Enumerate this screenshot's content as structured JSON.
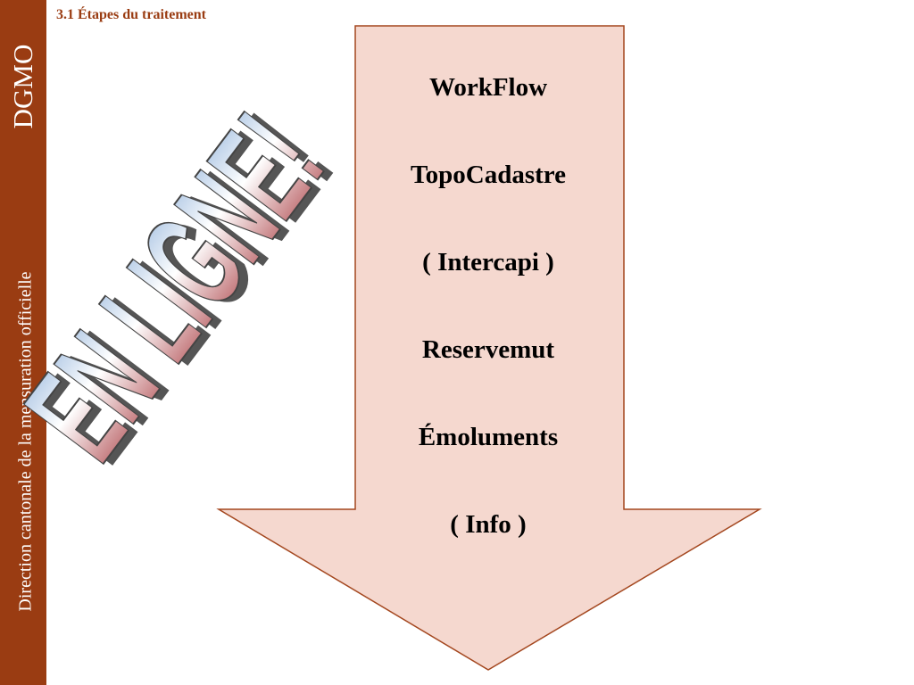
{
  "sidebar": {
    "brand": "DGMO",
    "organization": "Direction cantonale de la mensuration officielle",
    "color": "#9a3c12"
  },
  "slide": {
    "section_title": "3.1 Étapes du traitement",
    "arrow": {
      "fill": "#f5d8cf",
      "stroke": "#a4471f"
    },
    "steps": [
      "WorkFlow",
      "TopoCadastre",
      " ( Intercapi )",
      "Reservemut",
      "Émoluments",
      " ( Info )"
    ],
    "wordart": {
      "text": "EN LIGNE!",
      "colors": [
        "#8fb1da",
        "#ffffff",
        "#a83a3f"
      ]
    }
  }
}
